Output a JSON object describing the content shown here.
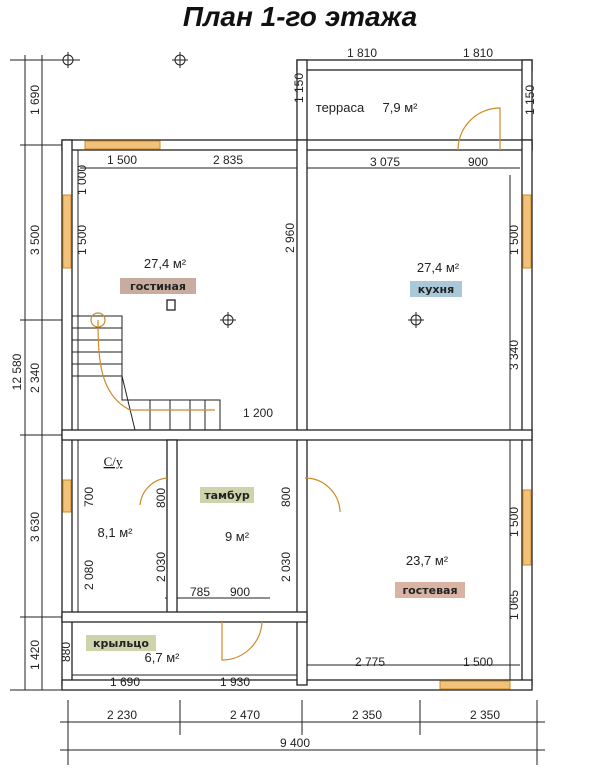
{
  "title": "План 1-го этажа",
  "rooms": {
    "terrace": {
      "name": "терраса",
      "area": "7,9 м²"
    },
    "living": {
      "name": "гостиная",
      "area": "27,4 м²",
      "color": "#c9aca0"
    },
    "kitchen": {
      "name": "кухня",
      "area": "27,4 м²",
      "color": "#a9c9d8"
    },
    "bathroom": {
      "name": "С/у",
      "area": "8,1 м²"
    },
    "vestibule": {
      "name": "тамбур",
      "area": "9 м²",
      "color": "#cfd3ac"
    },
    "guest": {
      "name": "гостевая",
      "area": "23,7 м²",
      "color": "#d9b3a4"
    },
    "porch": {
      "name": "крыльцо",
      "area": "6,7 м²",
      "color": "#cfd3ac"
    }
  },
  "dims": {
    "top_terrace_left": "1 810",
    "top_terrace_right": "1 810",
    "terrace_h_left": "1 150",
    "terrace_h_right": "1 150",
    "living_win": "1 500",
    "living_top": "2 835",
    "kitchen_top": "3 075",
    "terrace_door": "900",
    "left_1690": "1 690",
    "left_3500": "3 500",
    "left_2340": "2 340",
    "left_total": "12 580",
    "left_3630": "3 630",
    "left_1420": "1 420",
    "living_1000": "1 000",
    "living_win_v": "1 500",
    "mid_2960": "2 960",
    "kitchen_win_v": "1 500",
    "kitchen_3340": "3 340",
    "guest_win_v": "1 500",
    "guest_1065": "1 065",
    "stair_1200": "1 200",
    "bath_700": "700",
    "bath_2080": "2 080",
    "bath_door": "800",
    "bath_2030": "2 030",
    "vest_door": "800",
    "vest_2030": "2 030",
    "porch_785": "785",
    "porch_door": "900",
    "guest_2775": "2 775",
    "guest_win_bottom": "1 500",
    "porch_880": "880",
    "porch_1690": "1 690",
    "porch_1930": "1 930",
    "bottom_2230": "2 230",
    "bottom_2470": "2 470",
    "bottom_2350a": "2 350",
    "bottom_2350b": "2 350",
    "bottom_total": "9 400"
  }
}
